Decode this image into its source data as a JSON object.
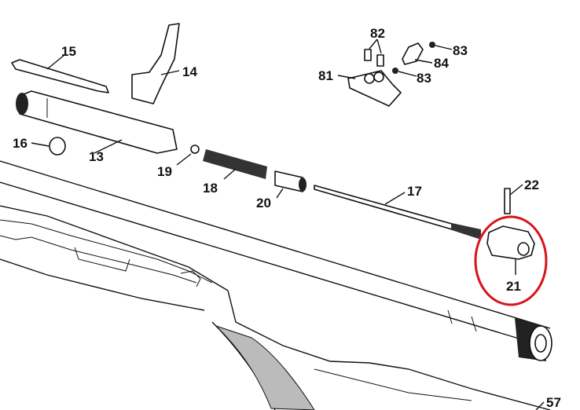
{
  "diagram": {
    "title": "Air rifle exploded parts view",
    "highlight_color": "#d8141c",
    "highlighted_part": "21",
    "labels": {
      "p15": "15",
      "p14": "14",
      "p82": "82",
      "p83a": "83",
      "p84": "84",
      "p81": "81",
      "p83b": "83",
      "p16": "16",
      "p13": "13",
      "p19": "19",
      "p18": "18",
      "p20": "20",
      "p17": "17",
      "p22": "22",
      "p21": "21",
      "p57": "57"
    }
  }
}
